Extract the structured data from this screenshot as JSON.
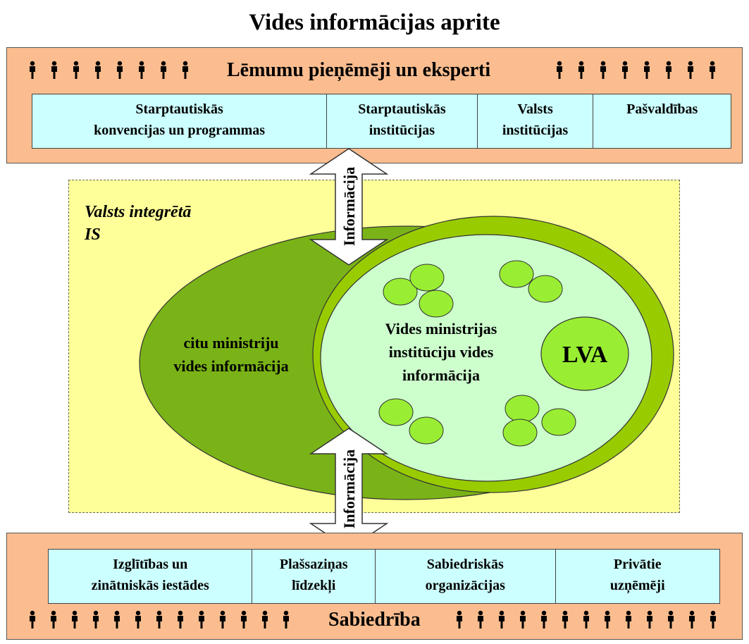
{
  "title": "Vides informācijas aprite",
  "top_band": {
    "label": "Lēmumu pieņēmēji un eksperti",
    "cells": [
      {
        "line1": "Starptautiskās",
        "line2": "konvencijas un programmas"
      },
      {
        "line1": "Starptautiskās",
        "line2": "institūcijas"
      },
      {
        "line1": "Valsts",
        "line2": "institūcijas"
      },
      {
        "line1": "Pašvaldības",
        "line2": ""
      }
    ]
  },
  "bottom_band": {
    "label": "Sabiedrība",
    "cells": [
      {
        "line1": "Izglītības un",
        "line2": "zinātniskās iestādes"
      },
      {
        "line1": "Plašsaziņas",
        "line2": "līdzekļi"
      },
      {
        "line1": "Sabiedriskās",
        "line2": "organizācijas"
      },
      {
        "line1": "Privātie",
        "line2": "uzņēmēji"
      }
    ]
  },
  "integrated_is": {
    "line1": "Valsts integrētā",
    "line2": "IS"
  },
  "outer_ellipse": {
    "line1": "citu ministriju",
    "line2": "vides informācija"
  },
  "inner_ellipse": {
    "line1": "Vides ministrijas",
    "line2": "institūciju vides",
    "line3": "informācija"
  },
  "lva_label": "LVA",
  "arrow_top_label": "Informācija",
  "arrow_bottom_label": "Informācija",
  "colors": {
    "band": "#fbbd8f",
    "cell": "#ccffff",
    "yellow": "#ffff99",
    "outer_green": "#7ab317",
    "crescent_green": "#99cc00",
    "inner_green": "#ccffcc",
    "small_circle": "#99ee33"
  }
}
